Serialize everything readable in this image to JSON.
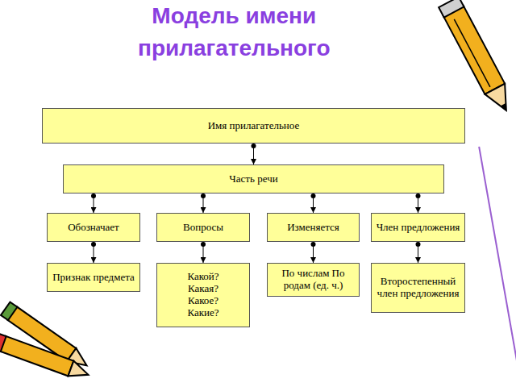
{
  "diagram": {
    "title": "Модель имени прилагательного",
    "nodes": [
      {
        "text": [
          "Имя прилагательное"
        ]
      },
      {
        "text": [
          "Часть речи"
        ]
      },
      {
        "text": [
          "Обозначает"
        ]
      },
      {
        "text": [
          "Вопросы"
        ]
      },
      {
        "text": [
          "Изменяется"
        ]
      },
      {
        "text": [
          "Член предложения"
        ]
      },
      {
        "text": [
          "Признак предмета"
        ]
      },
      {
        "text": [
          "Какой? Какая? Какое? Какие?"
        ]
      },
      {
        "text": [
          "По числам По родам (ед. ч.)"
        ]
      },
      {
        "text": [
          "Второстепенный член предложения"
        ]
      }
    ],
    "edges": [
      {
        "from": 0,
        "to": 1,
        "arrow": "to"
      },
      {
        "from": 1,
        "to": 2,
        "arrow": "to"
      },
      {
        "from": 1,
        "to": 3,
        "arrow": "to"
      },
      {
        "from": 1,
        "to": 4,
        "arrow": "to"
      },
      {
        "from": 1,
        "to": 5,
        "arrow": "to"
      },
      {
        "from": 2,
        "to": 6,
        "arrow": "to"
      },
      {
        "from": 3,
        "to": 7,
        "arrow": "to"
      },
      {
        "from": 4,
        "to": 8,
        "arrow": "to"
      },
      {
        "from": 5,
        "to": 9,
        "arrow": "to"
      }
    ]
  }
}
